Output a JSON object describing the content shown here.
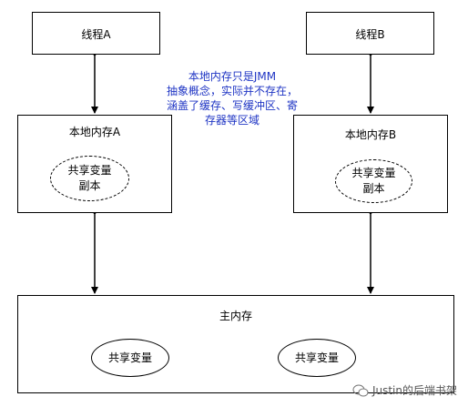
{
  "thread_a": "线程A",
  "thread_b": "线程B",
  "local_a": "本地内存A",
  "local_b": "本地内存B",
  "shared_copy_line1": "共享变量",
  "shared_copy_line2": "副本",
  "note": [
    "本地内存只是JMM",
    "抽象概念，实际并不存在，",
    "涵盖了缓存、写缓冲区、寄",
    "存器等区域"
  ],
  "main_memory": "主内存",
  "shared_var": "共享变量",
  "watermark": "Justin的后端书架",
  "colors": {
    "note": "#1f35c4",
    "line": "#000000"
  }
}
